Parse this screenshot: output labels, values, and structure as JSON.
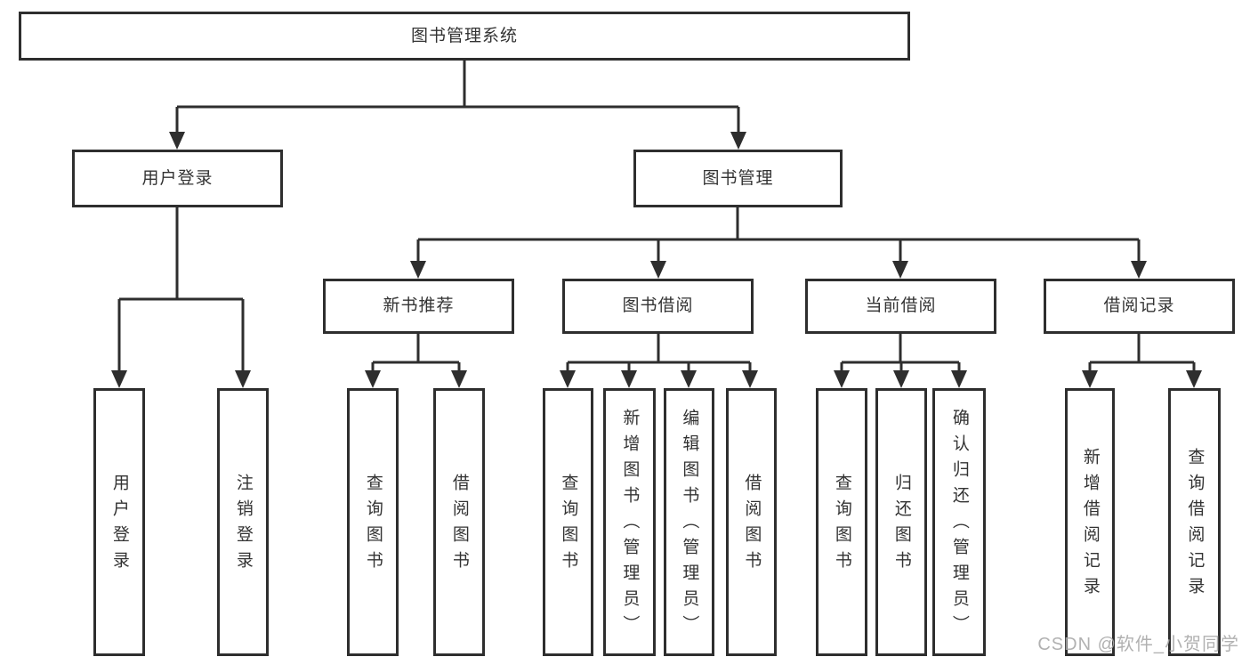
{
  "diagram": {
    "title_node": {
      "label": "图书管理系统"
    },
    "level2": [
      {
        "label": "用户登录"
      },
      {
        "label": "图书管理"
      }
    ],
    "level3": [
      {
        "label": "新书推荐"
      },
      {
        "label": "图书借阅"
      },
      {
        "label": "当前借阅"
      },
      {
        "label": "借阅记录"
      }
    ],
    "leaves": {
      "user_login": [
        "用户登录",
        "注销登录"
      ],
      "new_book": [
        "查询图书",
        "借阅图书"
      ],
      "book_borrow": [
        "查询图书",
        "新增图书（管理员）",
        "编辑图书（管理员）",
        "借阅图书"
      ],
      "current_borrow": [
        "查询图书",
        "归还图书",
        "确认归还（管理员）"
      ],
      "borrow_record": [
        "新增借阅记录",
        "查询借阅记录"
      ]
    },
    "watermark": "CSDN @软件_小贺同学",
    "colors": {
      "line": "#2e2e2e",
      "text": "#333333",
      "watermark": "#a9a9a9",
      "background": "#ffffff"
    }
  }
}
